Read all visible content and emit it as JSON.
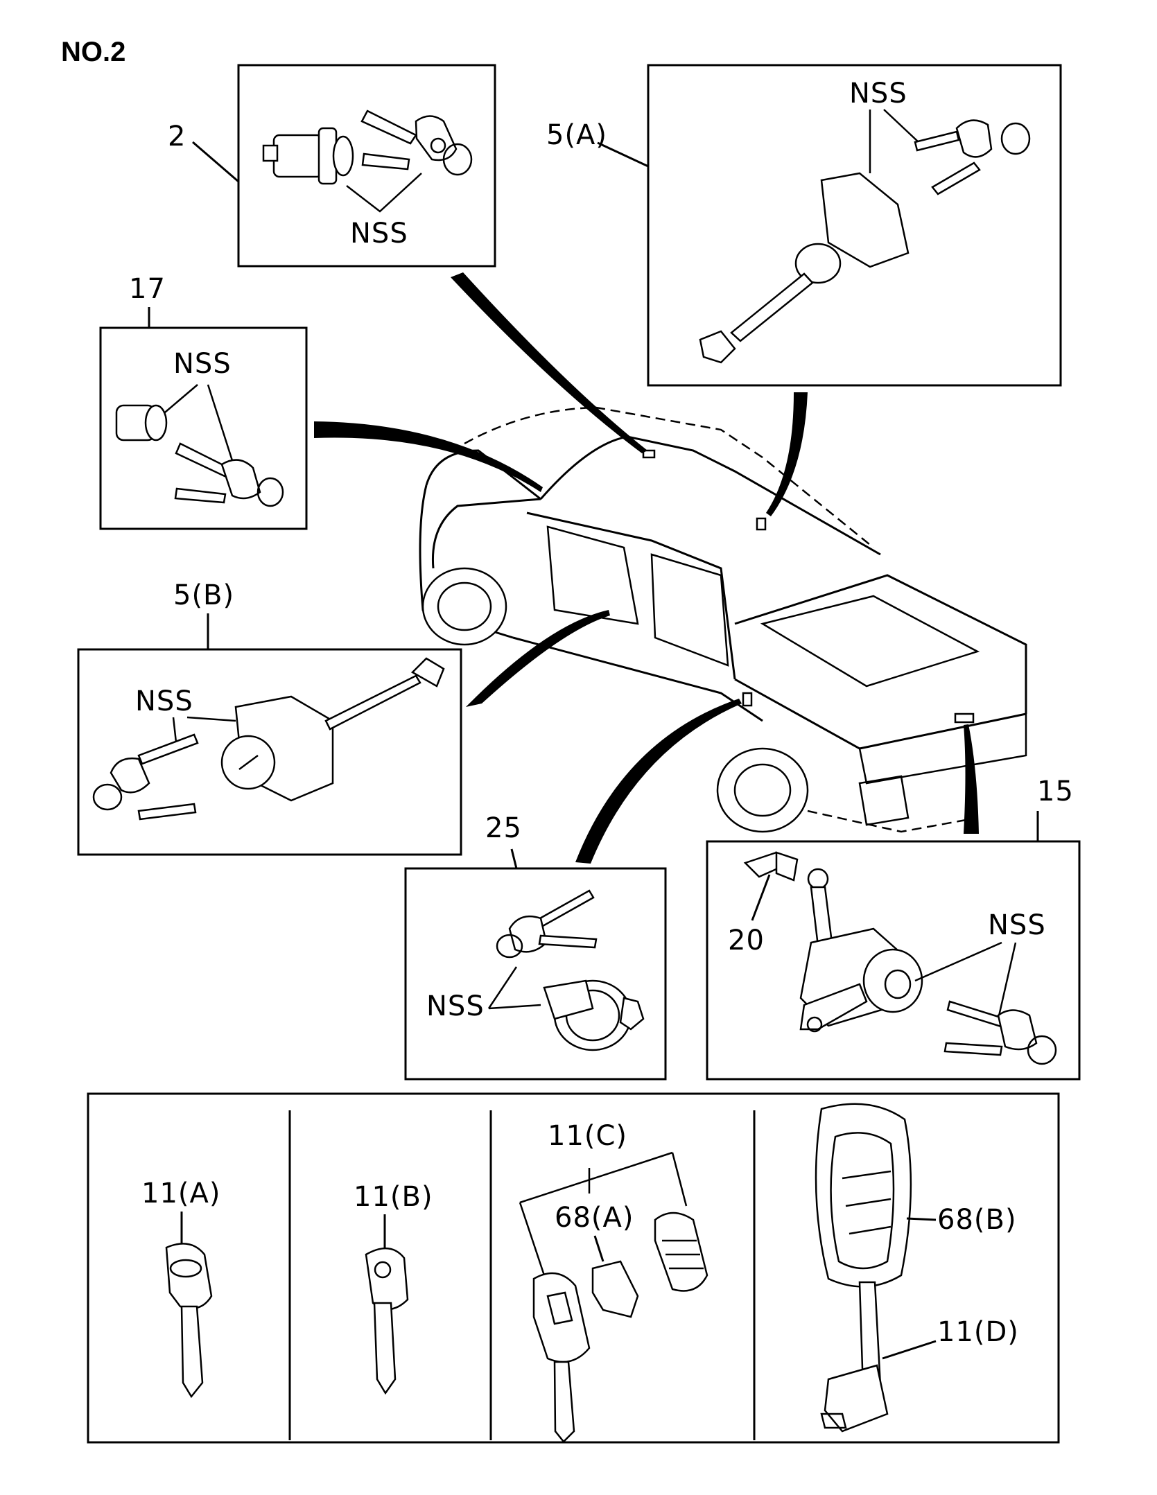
{
  "page_title": "NO.2",
  "callouts": {
    "part_2": "2",
    "part_5a": "5(A)",
    "part_17": "17",
    "part_5b": "5(B)",
    "part_25": "25",
    "part_15": "15",
    "part_20": "20",
    "part_11a": "11(A)",
    "part_11b": "11(B)",
    "part_11c": "11(C)",
    "part_68a": "68(A)",
    "part_68b": "68(B)",
    "part_11d": "11(D)"
  },
  "nss_label": "NSS"
}
